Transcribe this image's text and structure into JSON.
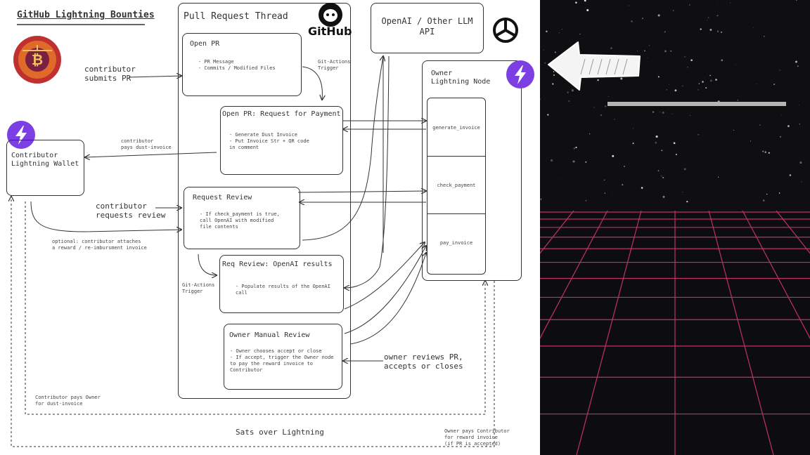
{
  "diagram": {
    "title": "GitHub Lightning Bounties",
    "pr_thread_title": "Pull Request Thread",
    "github_label": "GitHub",
    "openai_box": "OpenAI / Other LLM\nAPI",
    "owner_node": {
      "title": "Owner\nLightning Node",
      "functions": [
        "generate_invoice",
        "check_payment",
        "pay_invoice"
      ]
    },
    "contributor_wallet": "Contributor\nLightning Wallet",
    "open_pr": {
      "title": "Open PR",
      "items": "- PR Message\n- Commits / Modified Files"
    },
    "request_payment": {
      "title": "Open PR: Request for Payment",
      "items": "- Generate Dust Invoice\n- Put Invoice Str + QR code\n  in comment"
    },
    "request_review": {
      "title": "Request Review",
      "items": "- If check_payment is true,\n  call OpenAI with modified\n  file contents"
    },
    "review_results": {
      "title": "Req Review: OpenAI results",
      "items": "- Populate results of the OpenAI\n  call"
    },
    "manual_review": {
      "title": "Owner Manual Review",
      "items": "- Owner chooses accept or close\n- If accept, trigger the Owner node\n  to pay the reward invoice to\n  Contributor"
    },
    "labels": {
      "submits_pr": "contributor\nsubmits PR",
      "pays_dust": "contributor\npays dust-invoice",
      "requests_review": "contributor\nrequests review",
      "optional_invoice": "optional: contributor attaches\na reward / re-imbursment invoice",
      "gh_trigger_1": "Git-Actions\nTrigger",
      "gh_trigger_2": "Git-Actions\nTrigger",
      "owner_reviews": "owner reviews PR,\naccepts or closes",
      "contributor_pays_owner": "Contributor pays Owner\nfor dust-invoice",
      "sats_over_lightning": "Sats over Lightning",
      "owner_pays_contributor": "Owner pays Contributor\nfor reward invoice\n(if PR is accepted)"
    }
  },
  "scene": {
    "grid_color": "#c0306a",
    "horizon_color": "#0d0d10",
    "bar_color": "#b5b5b5",
    "arrow_direction": "left"
  }
}
